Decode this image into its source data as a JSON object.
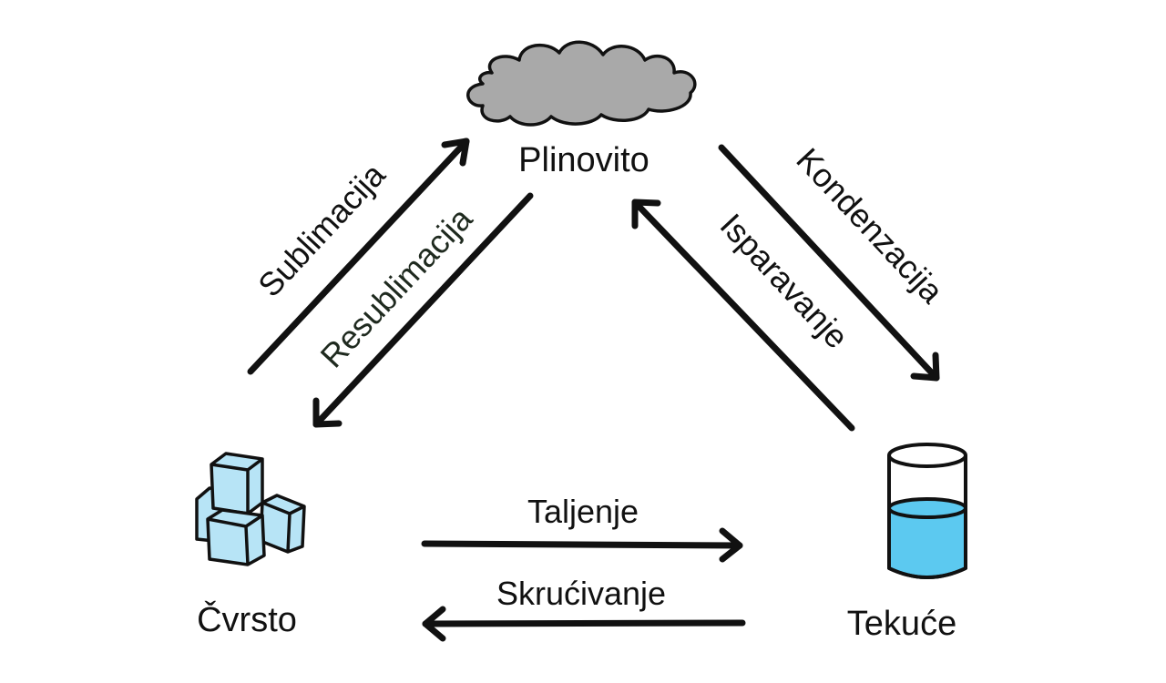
{
  "states": {
    "gas": "Plinovito",
    "solid": "Čvrsto",
    "liquid": "Tekuće"
  },
  "processes": {
    "sublimation": "Sublimacija",
    "deposition": "Resublimacija",
    "condensation": "Kondenzacija",
    "evaporation": "Isparavanje",
    "melting": "Taljenje",
    "solidification": "Skrućivanje"
  },
  "colors": {
    "cloud": "#a9a9a9",
    "ice": "#b7e4f6",
    "water": "#5cc9f0",
    "outline": "#111111",
    "deposition_text": "#1f2a1f"
  },
  "icons": {
    "gas": "cloud-icon",
    "solid": "ice-cubes-icon",
    "liquid": "water-glass-icon"
  }
}
